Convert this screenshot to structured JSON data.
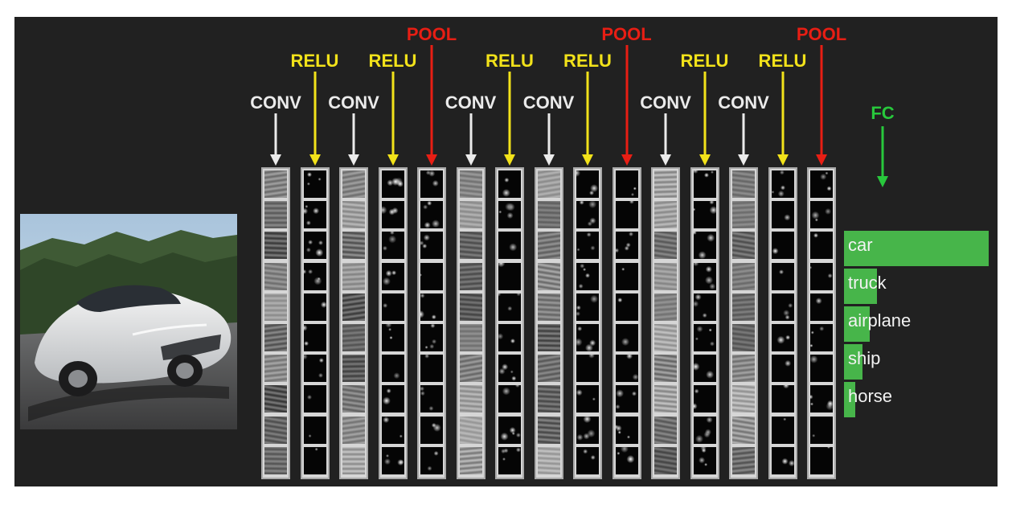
{
  "layers": [
    {
      "name": "CONV",
      "color": "#ebebeb",
      "kind": "conv"
    },
    {
      "name": "RELU",
      "color": "#f2e21a",
      "kind": "relu"
    },
    {
      "name": "CONV",
      "color": "#ebebeb",
      "kind": "conv"
    },
    {
      "name": "RELU",
      "color": "#f2e21a",
      "kind": "relu"
    },
    {
      "name": "POOL",
      "color": "#e81e14",
      "kind": "pool"
    },
    {
      "name": "CONV",
      "color": "#ebebeb",
      "kind": "conv"
    },
    {
      "name": "RELU",
      "color": "#f2e21a",
      "kind": "relu"
    },
    {
      "name": "CONV",
      "color": "#ebebeb",
      "kind": "conv"
    },
    {
      "name": "RELU",
      "color": "#f2e21a",
      "kind": "relu"
    },
    {
      "name": "POOL",
      "color": "#e81e14",
      "kind": "pool"
    },
    {
      "name": "CONV",
      "color": "#ebebeb",
      "kind": "conv"
    },
    {
      "name": "RELU",
      "color": "#f2e21a",
      "kind": "relu"
    },
    {
      "name": "CONV",
      "color": "#ebebeb",
      "kind": "conv"
    },
    {
      "name": "RELU",
      "color": "#f2e21a",
      "kind": "relu"
    },
    {
      "name": "POOL",
      "color": "#e81e14",
      "kind": "pool"
    }
  ],
  "fc": {
    "name": "FC",
    "color": "#28c83c"
  },
  "feature_maps_per_layer": 10,
  "classes": [
    {
      "label": "car",
      "score": 1.0
    },
    {
      "label": "truck",
      "score": 0.23
    },
    {
      "label": "airplane",
      "score": 0.18
    },
    {
      "label": "ship",
      "score": 0.13
    },
    {
      "label": "horse",
      "score": 0.08
    }
  ],
  "colors": {
    "background": "#212121",
    "bar": "#47b54a"
  }
}
